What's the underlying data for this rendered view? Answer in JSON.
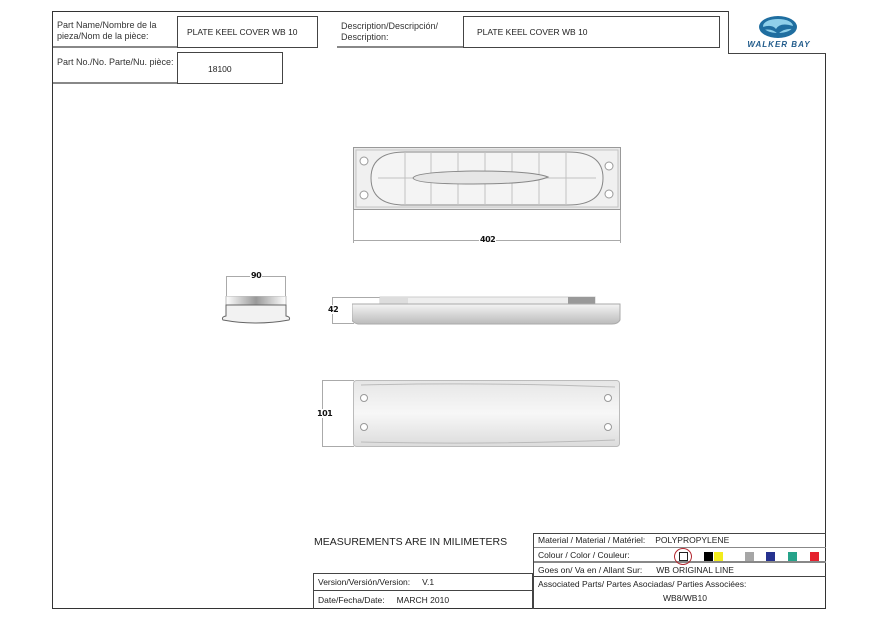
{
  "header": {
    "part_name_label": "Part Name/Nombre de la pieza/Nom de la pièce:",
    "part_name_value": "PLATE KEEL COVER WB 10",
    "part_no_label": "Part No./No. Parte/Nu. pièce:",
    "part_no_value": "18100",
    "description_label": "Description/Descripción/ Description:",
    "description_value": "PLATE KEEL COVER WB 10",
    "logo_text": "WALKER BAY"
  },
  "drawing": {
    "views": [
      {
        "name": "top-view",
        "dimension": "402"
      },
      {
        "name": "end-view",
        "dimension": "90"
      },
      {
        "name": "side-view",
        "dimension": "42"
      },
      {
        "name": "bottom-view",
        "dimension": "101"
      }
    ]
  },
  "footer": {
    "measurements_note": "MEASUREMENTS ARE IN MILIMETERS",
    "version_label": "Version/Versión/Version:",
    "version_value": "V.1",
    "date_label": "Date/Fecha/Date:",
    "date_value": "MARCH 2010",
    "material_label": "Material / Material / Matériel:",
    "material_value": "POLYPROPYLENE",
    "colour_label": "Colour / Color / Couleur:",
    "colours": [
      {
        "name": "white",
        "hex": "#ffffff",
        "selected": true
      },
      {
        "name": "black",
        "hex": "#000000",
        "selected": false
      },
      {
        "name": "yellow",
        "hex": "#f2ec1c",
        "selected": false
      },
      {
        "name": "gray",
        "hex": "#a6a6a6",
        "selected": false
      },
      {
        "name": "navy",
        "hex": "#26328f",
        "selected": false
      },
      {
        "name": "teal",
        "hex": "#26a38a",
        "selected": false
      },
      {
        "name": "red",
        "hex": "#e5212e",
        "selected": false
      }
    ],
    "selection_circle_color": "#b3262e",
    "goes_on_label": "Goes on/ Va en / Allant Sur:",
    "goes_on_value": "WB ORIGINAL LINE",
    "associated_label": "Associated Parts/ Partes Asociadas/ Parties Associées:",
    "associated_value": "WB8/WB10"
  }
}
